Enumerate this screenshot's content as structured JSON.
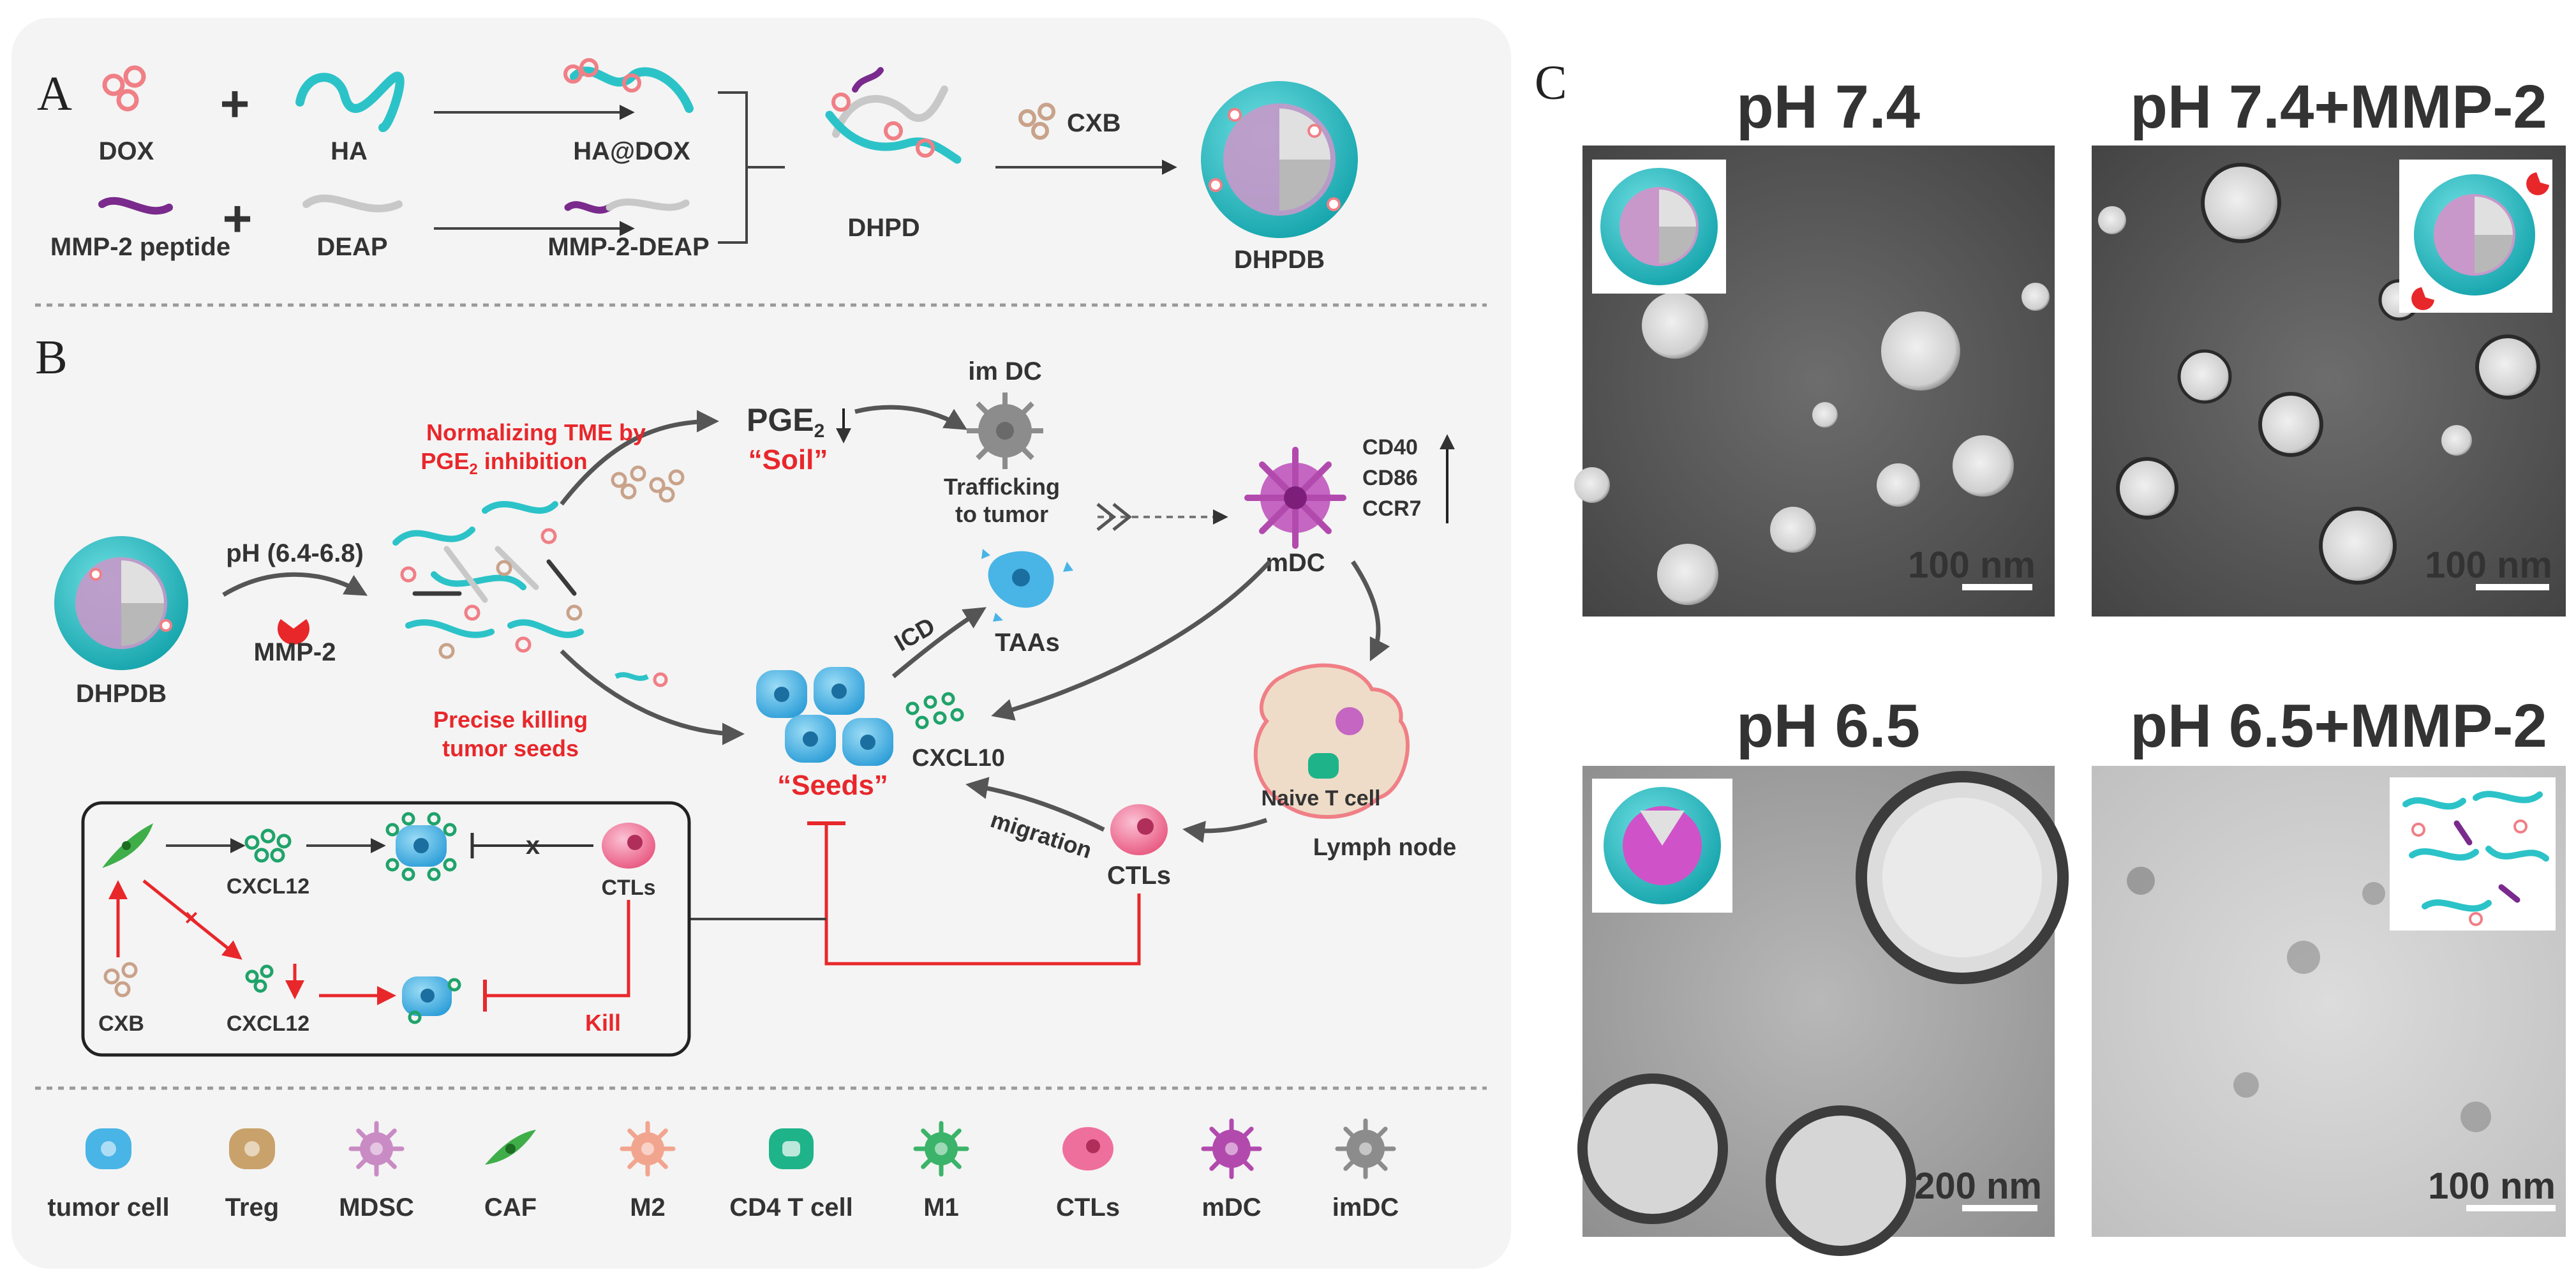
{
  "panel_a": {
    "letter": "A",
    "dox": "DOX",
    "ha": "HA",
    "plus": "+",
    "ha_dox": "HA@DOX",
    "mmp2_peptide": "MMP-2 peptide",
    "deap": "DEAP",
    "mmp2_deap": "MMP-2-DEAP",
    "dhpd": "DHPD",
    "cxb": "CXB",
    "dhpdb": "DHPDB"
  },
  "panel_b": {
    "letter": "B",
    "normalizing_1": "Normalizing TME by",
    "normalizing_2": "PGE",
    "normalizing_2_sub": "2",
    "normalizing_2_tail": " inhibition",
    "pge": "PGE",
    "pge_sub": "2",
    "soil": "“Soil”",
    "im_dc": "im DC",
    "trafficking_1": "Trafficking",
    "trafficking_2": "to tumor",
    "cd40": "CD40",
    "cd86": "CD86",
    "ccr7": "CCR7",
    "mdc": "mDC",
    "ph_range": "pH (6.4-6.8)",
    "mmp2": "MMP-2",
    "dhpdb": "DHPDB",
    "icd": "ICD",
    "taas": "TAAs",
    "precise_1": "Precise killing",
    "precise_2": "tumor seeds",
    "seeds": "“Seeds”",
    "cxcl10": "CXCL10",
    "naive_t": "Naive T cell",
    "lymph_node": "Lymph node",
    "migration": "migration",
    "ctls": "CTLs",
    "box_cxcl12_top": "CXCL12",
    "box_ctls": "CTLs",
    "box_x": "x",
    "box_cxb": "CXB",
    "box_cxcl12_bottom": "CXCL12",
    "box_kill": "Kill"
  },
  "legend": [
    {
      "label": "tumor cell",
      "icon": "tumor-cell-icon",
      "color": "#49b4e6"
    },
    {
      "label": "Treg",
      "icon": "treg-icon",
      "color": "#c9a26b"
    },
    {
      "label": "MDSC",
      "icon": "mdsc-icon",
      "color": "#c98bc4"
    },
    {
      "label": "CAF",
      "icon": "caf-icon",
      "color": "#3fae49"
    },
    {
      "label": "M2",
      "icon": "m2-icon",
      "color": "#f2a58e"
    },
    {
      "label": "CD4 T cell",
      "icon": "cd4-t-cell-icon",
      "color": "#1fb38a"
    },
    {
      "label": "M1",
      "icon": "m1-icon",
      "color": "#3bb36a"
    },
    {
      "label": "CTLs",
      "icon": "ctls-icon",
      "color": "#ef6f9c"
    },
    {
      "label": "mDC",
      "icon": "mdc-icon",
      "color": "#b24aae"
    },
    {
      "label": "imDC",
      "icon": "imdc-icon",
      "color": "#8c8c8c"
    }
  ],
  "panel_c": {
    "letter": "C",
    "images": [
      {
        "title": "pH 7.4",
        "scale": "100 nm"
      },
      {
        "title": "pH 7.4+MMP-2",
        "scale": "100 nm"
      },
      {
        "title": "pH 6.5",
        "scale": "200 nm"
      },
      {
        "title": "pH 6.5+MMP-2",
        "scale": "100 nm"
      }
    ]
  },
  "colors": {
    "ha": "#2cc3c8",
    "dox": "#f07f86",
    "peptide": "#7a2a8c",
    "deap": "#c8c8c8",
    "cxb": "#c9a28a",
    "accent_red": "#e8272b"
  }
}
